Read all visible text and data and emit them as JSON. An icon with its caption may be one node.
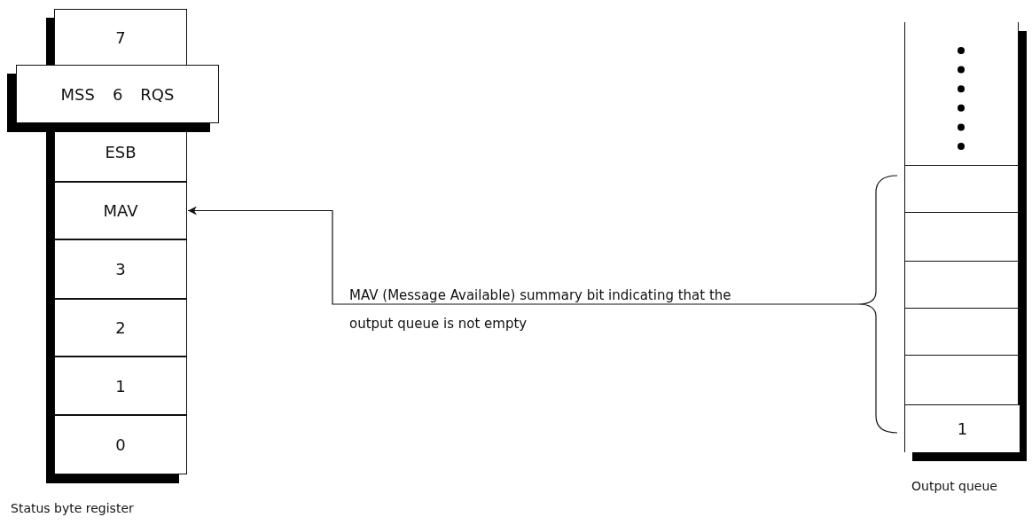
{
  "diagram": {
    "nodes": [
      {
        "text": [
          "Status byte register"
        ]
      },
      {
        "text": [
          "7"
        ],
        "in": 0
      },
      {
        "text": [
          "MSS",
          "6",
          "RQS"
        ]
      },
      {
        "text": [
          "ESB"
        ],
        "in": 0
      },
      {
        "text": [
          "MAV"
        ],
        "in": 0
      },
      {
        "text": [
          "3"
        ],
        "in": 0
      },
      {
        "text": [
          "2"
        ],
        "in": 0
      },
      {
        "text": [
          "1"
        ],
        "in": 0
      },
      {
        "text": [
          "0"
        ],
        "in": 0
      },
      {
        "text": [],
        "shape": "brace"
      },
      {
        "text": [
          "Output queue"
        ]
      },
      {
        "text": [],
        "shape": "box",
        "in": 10
      },
      {
        "text": [],
        "shape": "box",
        "in": 10
      },
      {
        "text": [],
        "shape": "box",
        "in": 10
      },
      {
        "text": [],
        "shape": "box",
        "in": 10
      },
      {
        "text": [],
        "shape": "box",
        "in": 10
      },
      {
        "text": [
          "1"
        ],
        "in": 10
      }
    ],
    "edges": [
      {
        "from": 9,
        "to": 4,
        "arrow": "to",
        "label": "MAV (Message Available) summary bit indicating that the output queue is not empty"
      }
    ]
  }
}
